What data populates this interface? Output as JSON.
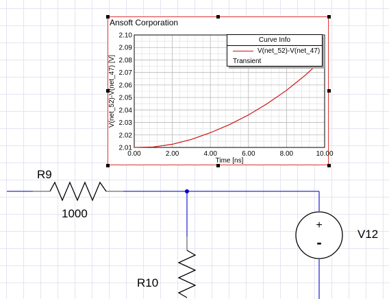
{
  "plot": {
    "title": "Ansoft Corporation",
    "legend": {
      "header": "Curve Info",
      "curve_name": "V(net_52)-V(net_47)",
      "source": "Transient",
      "curve_color": "#d01010"
    }
  },
  "chart_data": {
    "type": "line",
    "xlabel": "Time [ns]",
    "ylabel": "V(net_52)-V(net_47) [V]",
    "xlim": [
      0,
      10
    ],
    "ylim": [
      2.01,
      2.1
    ],
    "x_ticks": [
      "0.00",
      "2.00",
      "4.00",
      "6.00",
      "8.00",
      "10.00"
    ],
    "y_ticks": [
      "2.01",
      "2.02",
      "2.03",
      "2.04",
      "2.05",
      "2.06",
      "2.07",
      "2.08",
      "2.09",
      "2.10"
    ],
    "grid": true,
    "series": [
      {
        "name": "V(net_52)-V(net_47)",
        "color": "#d01010",
        "x": [
          0,
          1,
          2,
          3,
          4,
          5,
          6,
          7,
          8,
          9,
          10
        ],
        "y": [
          2.01,
          2.0104,
          2.0125,
          2.0164,
          2.0218,
          2.0283,
          2.036,
          2.0452,
          2.0557,
          2.068,
          2.082
        ]
      }
    ]
  },
  "schematic": {
    "r9": {
      "name": "R9",
      "value": "1000"
    },
    "r10": {
      "name": "R10"
    },
    "v12": {
      "name": "V12",
      "plus": "+",
      "minus": "-"
    },
    "wire_color": "#2b2bd4",
    "node_color": "#0000cc"
  }
}
